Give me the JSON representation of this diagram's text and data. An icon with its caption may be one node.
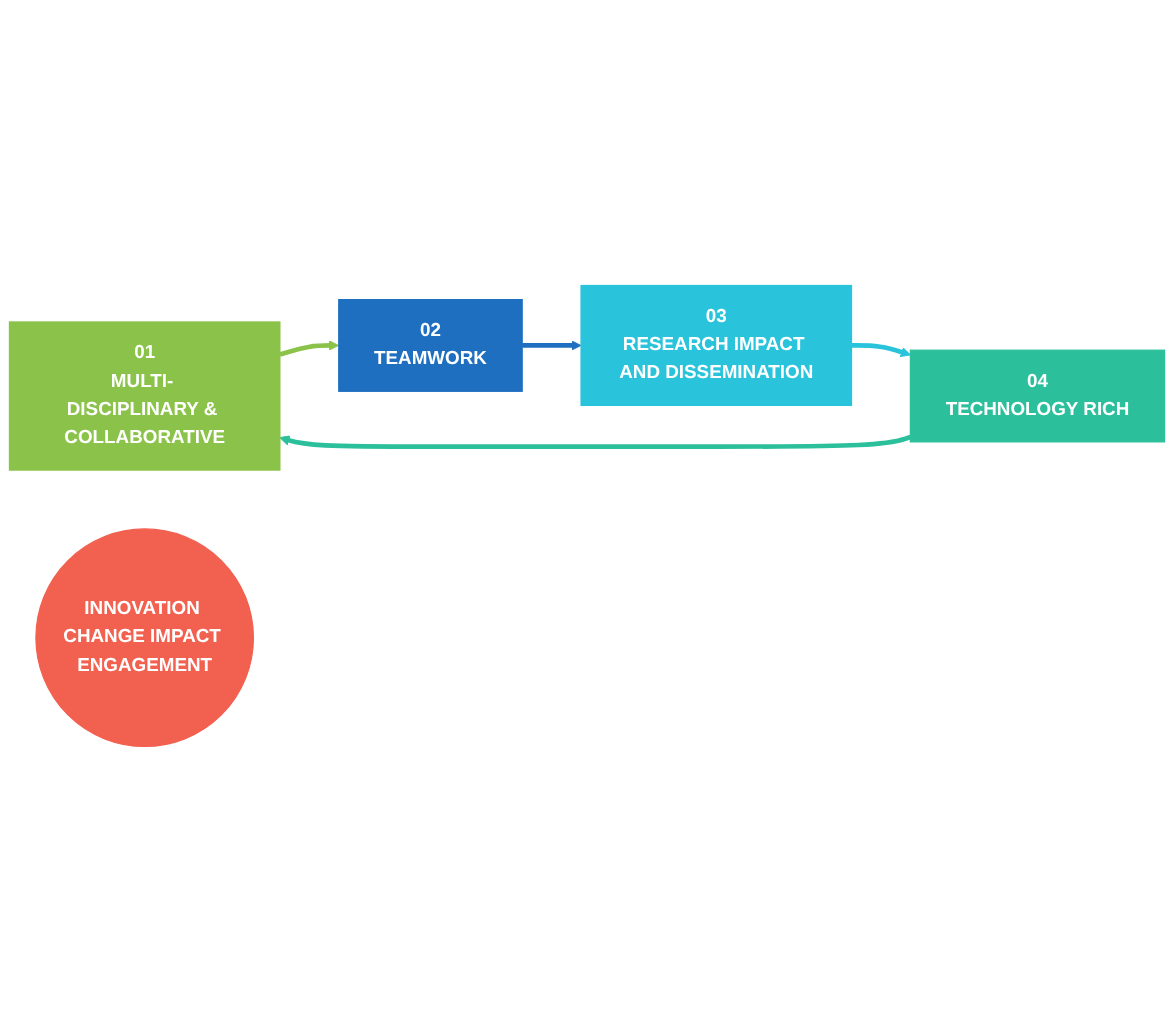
{
  "diagram": {
    "nodes": [
      {
        "text": [
          "01",
          "MULTI- DISCIPLINARY & COLLABORATIVE"
        ]
      },
      {
        "text": [
          "02",
          "TEAMWORK"
        ]
      },
      {
        "text": [
          "03",
          "RESEARCH IMPACT AND DISSEMINATION"
        ]
      },
      {
        "text": [
          "04",
          "TECHNOLOGY RICH"
        ]
      },
      {
        "text": [
          "INNOVATION CHANGE IMPACT ENGAGEMENT"
        ]
      }
    ],
    "edges": [
      {
        "from": 0,
        "to": 1,
        "arrow": "to",
        "color": "#8bc34a"
      },
      {
        "from": 1,
        "to": 2,
        "arrow": "to",
        "color": "#1e6fc0"
      },
      {
        "from": 2,
        "to": 3,
        "arrow": "to",
        "color": "#29c4dc"
      },
      {
        "from": 3,
        "to": 0,
        "arrow": "to",
        "color": "#2bbf9b"
      }
    ]
  }
}
